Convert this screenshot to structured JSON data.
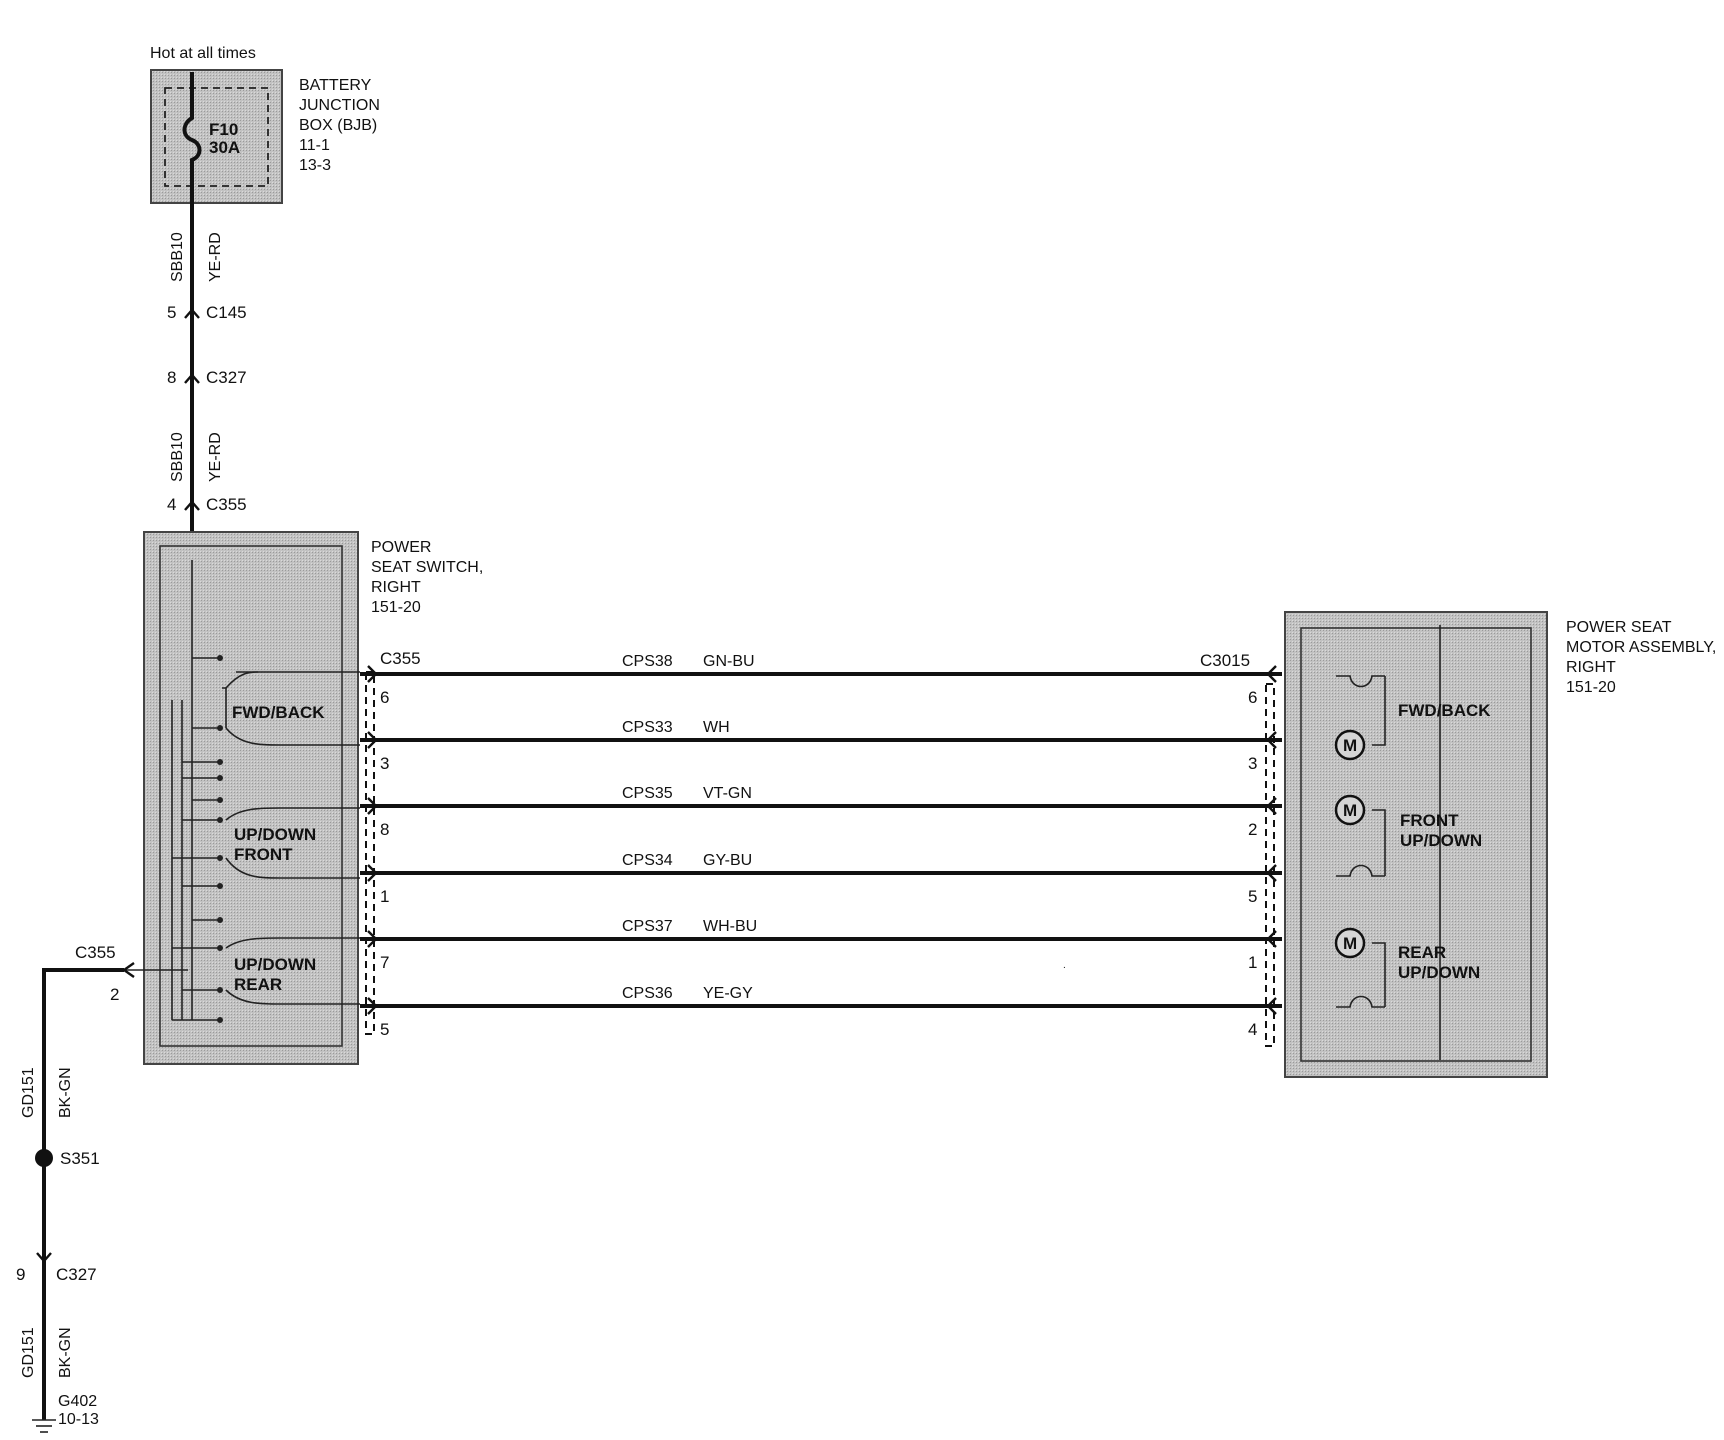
{
  "diagram": {
    "top_note": "Hot at all times",
    "bjb": {
      "label": [
        "BATTERY",
        "JUNCTION",
        "BOX (BJB)",
        "11-1",
        "13-3"
      ],
      "fuse": "F10",
      "fuse_rating": "30A"
    },
    "feed": {
      "circuit_1": "SBB10",
      "color_1": "YE-RD",
      "c145_pin": "5",
      "c145": "C145",
      "c327_pin": "8",
      "c327": "C327",
      "circuit_2": "SBB10",
      "color_2": "YE-RD",
      "c355_pin": "4",
      "c355": "C355"
    },
    "switch": {
      "label": [
        "POWER",
        "SEAT SWITCH,",
        "RIGHT",
        "151-20"
      ],
      "sections": [
        {
          "line1": "FWD/BACK",
          "line2": ""
        },
        {
          "line1": "UP/DOWN",
          "line2": "FRONT"
        },
        {
          "line1": "UP/DOWN",
          "line2": "REAR"
        }
      ]
    },
    "motor": {
      "label": [
        "POWER SEAT",
        "MOTOR ASSEMBLY,",
        "RIGHT",
        "151-20"
      ],
      "sections": [
        {
          "line1": "FWD/BACK",
          "line2": ""
        },
        {
          "line1": "FRONT",
          "line2": "UP/DOWN"
        },
        {
          "line1": "REAR",
          "line2": "UP/DOWN"
        }
      ],
      "motor_symbol": "M"
    },
    "left_connector": "C355",
    "right_connector": "C3015",
    "wires": [
      {
        "circuit": "CPS38",
        "color": "GN-BU",
        "left_pin": "6",
        "right_pin": "6"
      },
      {
        "circuit": "CPS33",
        "color": "WH",
        "left_pin": "3",
        "right_pin": "3"
      },
      {
        "circuit": "CPS35",
        "color": "VT-GN",
        "left_pin": "8",
        "right_pin": "2"
      },
      {
        "circuit": "CPS34",
        "color": "GY-BU",
        "left_pin": "1",
        "right_pin": "5"
      },
      {
        "circuit": "CPS37",
        "color": "WH-BU",
        "left_pin": "7",
        "right_pin": "1"
      },
      {
        "circuit": "CPS36",
        "color": "YE-GY",
        "left_pin": "5",
        "right_pin": "4"
      }
    ],
    "ground": {
      "connector": "C355",
      "pin": "2",
      "circuit_1": "GD151",
      "color_1": "BK-GN",
      "splice": "S351",
      "c327_pin": "9",
      "c327": "C327",
      "circuit_2": "GD151",
      "color_2": "BK-GN",
      "ground_point": "G402",
      "ground_ref": "10-13"
    }
  }
}
